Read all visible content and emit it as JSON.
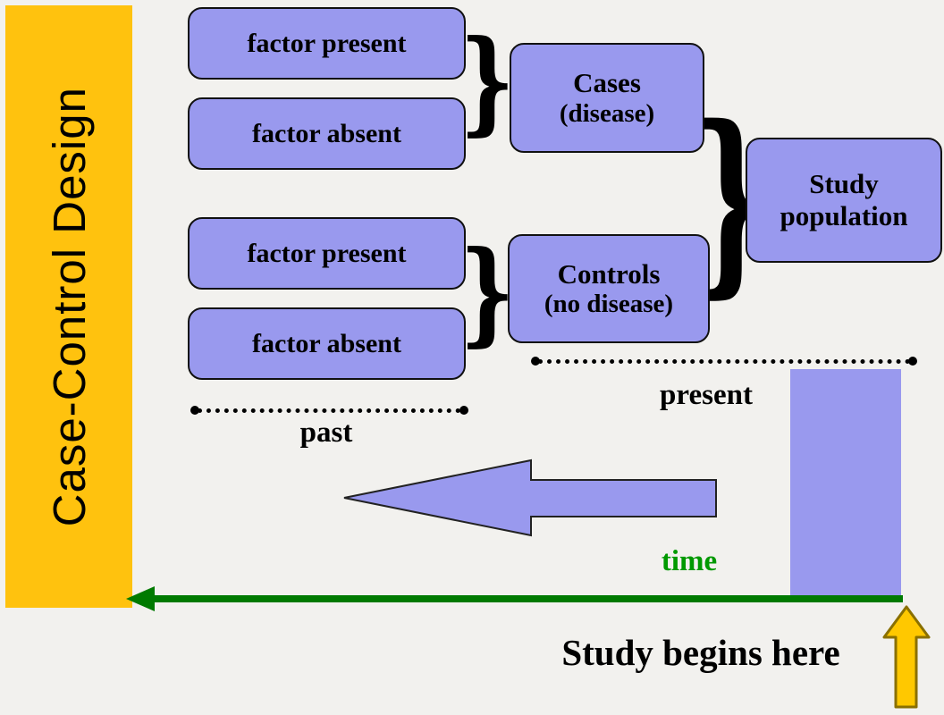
{
  "banner": {
    "title": "Case-Control Design"
  },
  "boxes": {
    "factor_top_present": "factor present",
    "factor_top_absent": "factor absent",
    "factor_bottom_present": "factor present",
    "factor_bottom_absent": "factor absent",
    "cases": {
      "line1": "Cases",
      "line2": "(disease)"
    },
    "controls": {
      "line1": "Controls",
      "line2": "(no disease)"
    },
    "study_population": {
      "line1": "Study",
      "line2": "population"
    }
  },
  "labels": {
    "past": "past",
    "present": "present",
    "time": "time",
    "study_begins": "Study begins here"
  },
  "glyphs": {
    "brace": "}"
  },
  "colors": {
    "box_fill": "#9999EE",
    "banner_fill": "#FFC20E",
    "timeline_green": "#007A00",
    "arrow_yellow": "#FFC800",
    "background": "#F2F1EE"
  }
}
